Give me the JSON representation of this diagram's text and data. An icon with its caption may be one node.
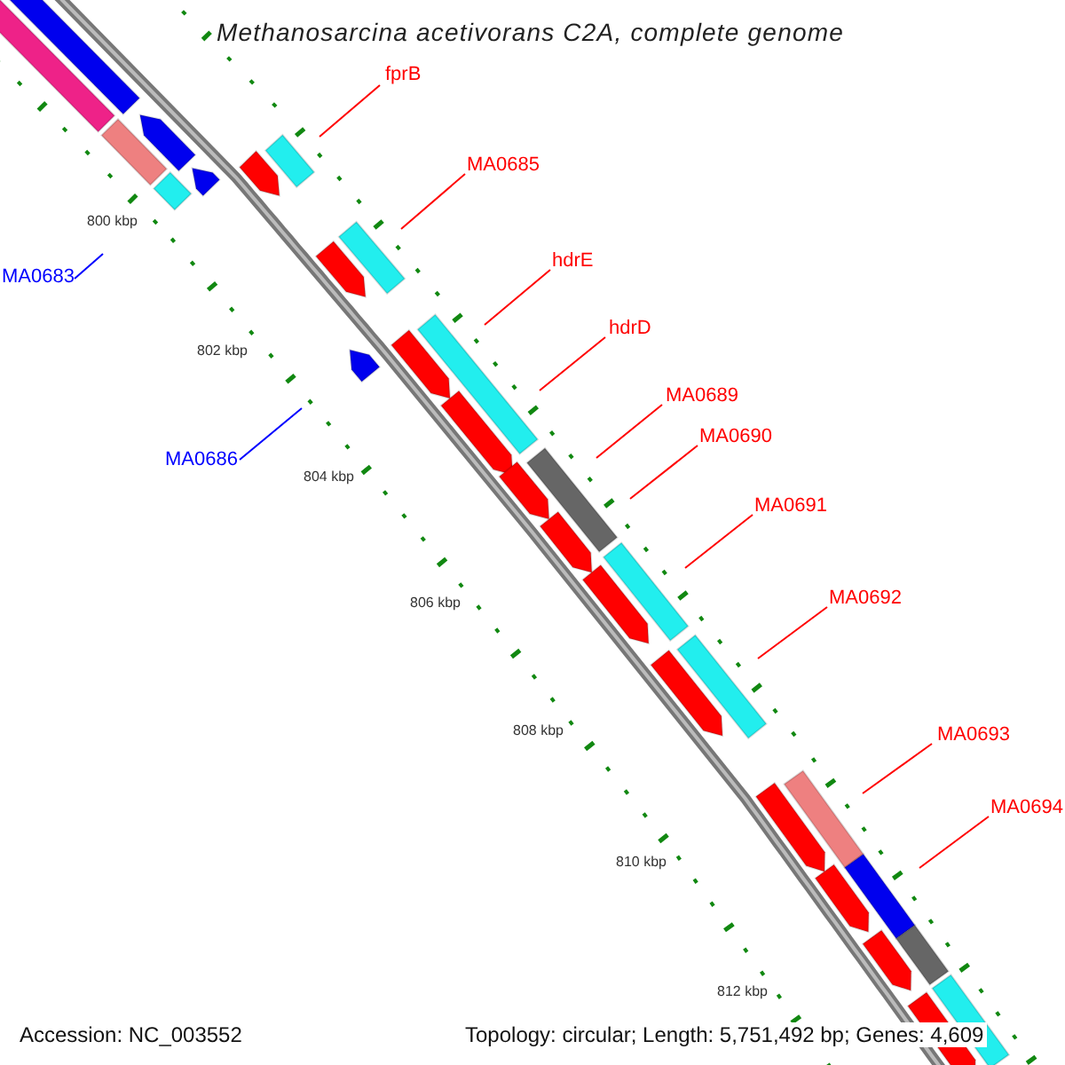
{
  "diagram": {
    "title": "Methanosarcina acetivorans C2A, complete genome",
    "nodes": [
      {
        "text": [
          "fprB"
        ]
      },
      {
        "text": [
          "MA0685"
        ]
      },
      {
        "text": [
          "hdrE"
        ]
      },
      {
        "text": [
          "MA0683"
        ]
      },
      {
        "text": [
          "hdrD"
        ]
      },
      {
        "text": [
          "MA0689"
        ]
      },
      {
        "text": [
          "MA0690"
        ]
      },
      {
        "text": [
          "MA0686"
        ]
      },
      {
        "text": [
          "MA0691"
        ]
      },
      {
        "text": [
          "MA0692"
        ]
      },
      {
        "text": [
          "MA0693"
        ]
      },
      {
        "text": [
          "MA0694"
        ]
      }
    ],
    "edges": [
      {
        "from": 0,
        "to": null,
        "arrow": "none"
      },
      {
        "from": 1,
        "to": null,
        "arrow": "none"
      },
      {
        "from": 2,
        "to": null,
        "arrow": "none"
      },
      {
        "from": 3,
        "to": null,
        "arrow": "none",
        "color": "#0000ff"
      },
      {
        "from": 4,
        "to": null,
        "arrow": "none"
      },
      {
        "from": 5,
        "to": null,
        "arrow": "none"
      },
      {
        "from": 6,
        "to": null,
        "arrow": "none"
      },
      {
        "from": 7,
        "to": null,
        "arrow": "none",
        "color": "#0000ff"
      },
      {
        "from": 8,
        "to": null,
        "arrow": "none"
      },
      {
        "from": 9,
        "to": null,
        "arrow": "none"
      },
      {
        "from": 10,
        "to": null,
        "arrow": "none"
      },
      {
        "from": 11,
        "to": null,
        "arrow": "none"
      }
    ],
    "labels": [
      "800 kbp",
      "802 kbp",
      "804 kbp",
      "806 kbp",
      "808 kbp",
      "810 kbp",
      "812 kbp",
      "Accession: NC_003552",
      "Topology: circular; Length: 5,751,492 bp; Genes: 4,609"
    ]
  }
}
